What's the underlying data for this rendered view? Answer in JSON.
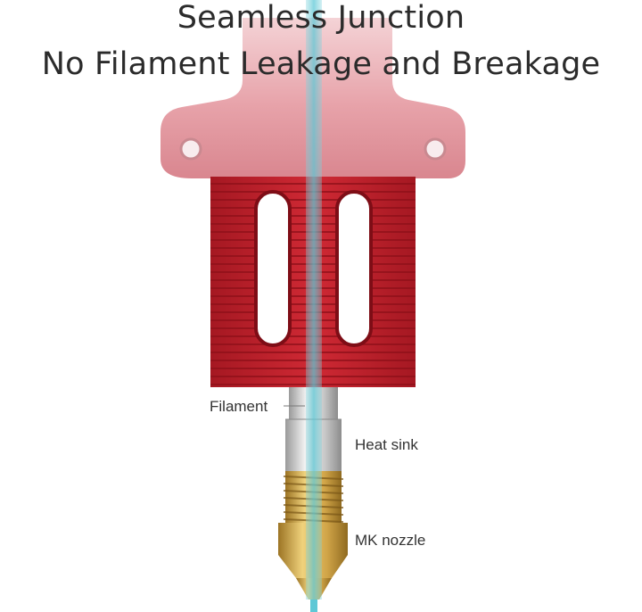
{
  "title": {
    "line1": "Seamless Junction",
    "line2": "No Filament Leakage and Breakage"
  },
  "labels": {
    "filament": "Filament",
    "heat_sink": "Heat sink",
    "nozzle": "MK nozzle"
  },
  "colors": {
    "heatsink_red": "#c0202a",
    "heatsink_pale": "#e9a7ae",
    "filament_blue": "#5ec8d6",
    "brass": "#d4a94a",
    "steel": "#cfcfcf"
  }
}
